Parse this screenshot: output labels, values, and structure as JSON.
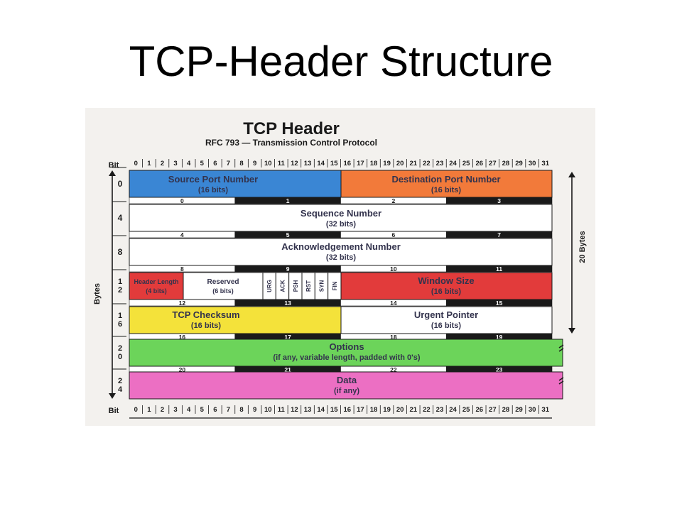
{
  "slide": {
    "title": "TCP-Header Structure"
  },
  "figure": {
    "title": "TCP Header",
    "subtitle": "RFC 793 — Transmission Control Protocol",
    "bit_label": "Bit",
    "bytes_label": "Bytes",
    "size_label": "20 Bytes",
    "bits": [
      "0",
      "1",
      "2",
      "3",
      "4",
      "5",
      "6",
      "7",
      "8",
      "9",
      "10",
      "11",
      "12",
      "13",
      "14",
      "15",
      "16",
      "17",
      "18",
      "19",
      "20",
      "21",
      "22",
      "23",
      "24",
      "25",
      "26",
      "27",
      "28",
      "29",
      "30",
      "31"
    ],
    "row_offsets": [
      [
        "0"
      ],
      [
        "4"
      ],
      [
        "8"
      ],
      [
        "1",
        "2"
      ],
      [
        "1",
        "6"
      ],
      [
        "2",
        "0"
      ],
      [
        "2",
        "4"
      ]
    ],
    "byte_numbers": [
      [
        "0",
        "1",
        "2",
        "3"
      ],
      [
        "4",
        "5",
        "6",
        "7"
      ],
      [
        "8",
        "9",
        "10",
        "11"
      ],
      [
        "12",
        "13",
        "14",
        "15"
      ],
      [
        "16",
        "17",
        "18",
        "19"
      ],
      [
        "20",
        "21",
        "22",
        "23"
      ]
    ],
    "colors": {
      "source_port": "#3a86d4",
      "destination_port": "#f27a3a",
      "header_length": "#e23b3b",
      "window_size": "#e23b3b",
      "checksum": "#f4e23a",
      "options": "#6cd45a",
      "data": "#ec6fc3",
      "white": "#ffffff",
      "title_text": "#1a1a1a",
      "field_text": "#33334d"
    },
    "fields": {
      "source_port": {
        "name": "Source Port Number",
        "size": "(16 bits)"
      },
      "destination_port": {
        "name": "Destination Port Number",
        "size": "(16 bits)"
      },
      "sequence": {
        "name": "Sequence Number",
        "size": "(32 bits)"
      },
      "acknowledgement": {
        "name": "Acknowledgement Number",
        "size": "(32 bits)"
      },
      "header_length": {
        "name": "Header Length",
        "size": "(4 bits)"
      },
      "reserved": {
        "name": "Reserved",
        "size": "(6 bits)"
      },
      "flags": [
        "URG",
        "ACK",
        "PSH",
        "RST",
        "SYN",
        "FIN"
      ],
      "window_size": {
        "name": "Window Size",
        "size": "(16 bits)"
      },
      "checksum": {
        "name": "TCP Checksum",
        "size": "(16 bits)"
      },
      "urgent_pointer": {
        "name": "Urgent Pointer",
        "size": "(16 bits)"
      },
      "options": {
        "name": "Options",
        "size": "(if any, variable length, padded with 0's)"
      },
      "data": {
        "name": "Data",
        "size": "(if any)"
      }
    }
  }
}
